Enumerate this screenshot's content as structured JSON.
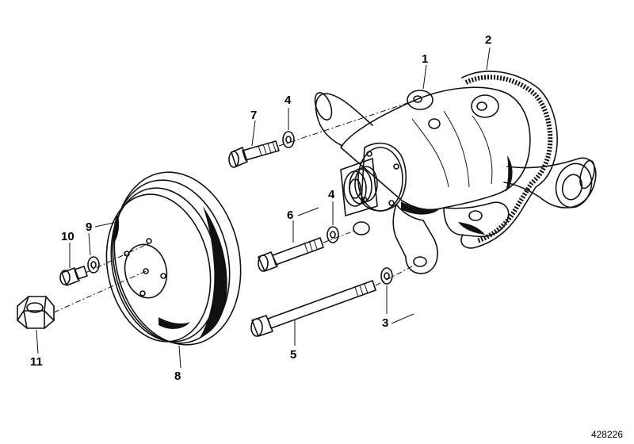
{
  "callouts": [
    {
      "id": "1",
      "label": "1"
    },
    {
      "id": "2",
      "label": "2"
    },
    {
      "id": "3",
      "label": "3"
    },
    {
      "id": "4a",
      "label": "4"
    },
    {
      "id": "4b",
      "label": "4"
    },
    {
      "id": "5",
      "label": "5"
    },
    {
      "id": "6",
      "label": "6"
    },
    {
      "id": "7",
      "label": "7"
    },
    {
      "id": "8",
      "label": "8"
    },
    {
      "id": "9",
      "label": "9"
    },
    {
      "id": "10",
      "label": "10"
    },
    {
      "id": "11",
      "label": "11"
    }
  ],
  "diagram_number": "428226"
}
